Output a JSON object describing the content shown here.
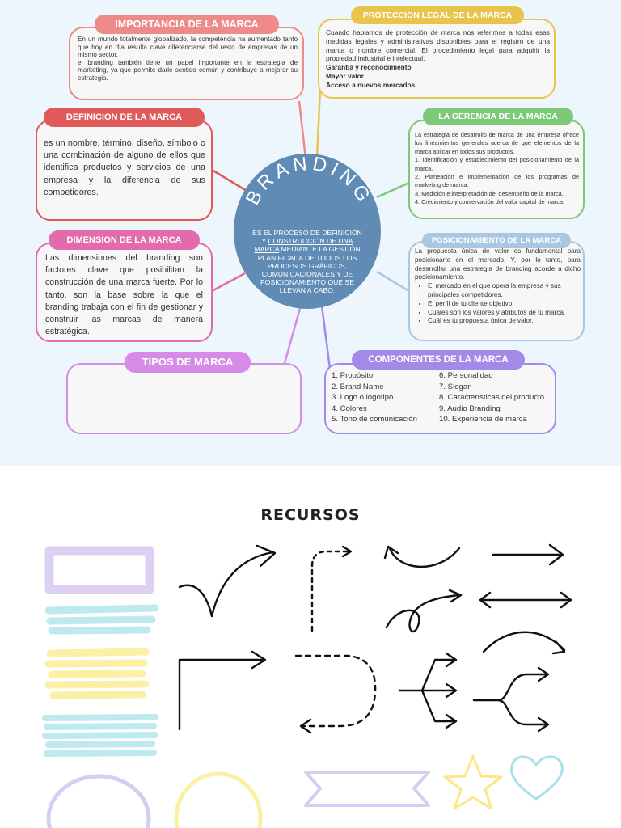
{
  "center": {
    "title": "BRANDING",
    "desc_before": "ES EL PROCESO DE DEFINICIÓN Y ",
    "desc_underlined": "CONSTRUCCIÓN DE UNA MARCA",
    "desc_after": " MEDIANTE LA GESTIÓN PLANIFICADA DE TODOS LOS PROCESOS GRÁFICOS, COMUNICACIONALES Y DE POSICIONAMIENTO QUE SE LLEVAN A CABO."
  },
  "importancia": {
    "title": "IMPORTANCIA DE LA MARCA",
    "p1": "En un mundo totalmente globalizado, la competencia ha aumentado tanto que hoy en día resulta clave diferenciarse del resto de empresas de un mismo sector.",
    "p2": " el branding también tiene un papel importante en la estrategia de marketing, ya que permite darle sentido común y contribuye a mejorar su estrategia."
  },
  "proteccion": {
    "title": "PROTECCION LEGAL DE LA MARCA",
    "body": "Cuando hablamos de protección de marca nos referimos a todas esas medidas legales y administrativas disponibles para el registro de una marca o nombre comercial. El procedimiento legal para adquirir la propiedad industrial e intelectual.",
    "bold": [
      "Garantía y reconocimiento",
      "Mayor valor",
      "Acceso a nuevos mercados"
    ]
  },
  "definicion": {
    "title": "DEFINICION DE LA MARCA",
    "body": "es un nombre, término, diseño, símbolo o una combinación de alguno de ellos que identifica productos y servicios de una empresa y la diferencia de sus competidores."
  },
  "gerencia": {
    "title": "LA GERENCIA DE LA MARCA",
    "intro": "La estrategia de desarrollo de marca de una empresa ofrece los lineamientos generales acerca de que elementos de la marca aplicar en todos sus productos.",
    "items": [
      "1. Identificación y establecimiento del posicionamiento de la marca.",
      "2. Planeación e implementación de los programas de marketing de marca.",
      "3. Medición e interpretación del desempeño de la marca.",
      "4. Crecimiento y conservación del valor capital de marca."
    ]
  },
  "dimension": {
    "title": "DIMENSION DE LA MARCA",
    "body": "Las dimensiones del branding son factores clave que posibilitan la construcción de una marca fuerte. Por lo tanto, son la base sobre la que el branding trabaja con el fin de gestionar y construir las marcas de manera estratégica."
  },
  "posicionamiento": {
    "title": "POSICIONAMIENTO DE LA MARCA",
    "intro": "La propuesta única de valor es fundamental para posicionarte en el mercado. Y, por lo tanto, para desarrollar una estrategia de branding acorde a dicho posicionamiento.",
    "bullets": [
      "El mercado en el que opera la empresa y sus principales competidores.",
      "El perfil de tu cliente objetivo.",
      "Cuáles son los valores y atributos de tu marca.",
      "Cuál es tu propuesta única de valor."
    ]
  },
  "tipos": {
    "title": "TIPOS DE MARCA"
  },
  "componentes": {
    "title": "COMPONENTES DE LA MARCA",
    "col1": [
      "1. Propósito",
      "2. Brand Name",
      "3. Logo o logotipo",
      "4. Colores",
      "5. Tono de comunicación"
    ],
    "col2": [
      "6. Personalidad",
      "7. Slogan",
      "8. Características del producto",
      "9. Audio Branding",
      "10. Experiencia de marca"
    ]
  },
  "recursos": {
    "title": "RECURSOS"
  },
  "colors": {
    "background_top": "#edf5fd",
    "center_circle": "#5f8bb4",
    "importancia": "#ee8a89",
    "proteccion": "#e9c44b",
    "definicion": "#e05a5a",
    "gerencia": "#7cc978",
    "dimension": "#e26bab",
    "posicionamiento": "#a9c7e2",
    "tipos": "#d68be6",
    "componentes": "#a48ae8"
  }
}
